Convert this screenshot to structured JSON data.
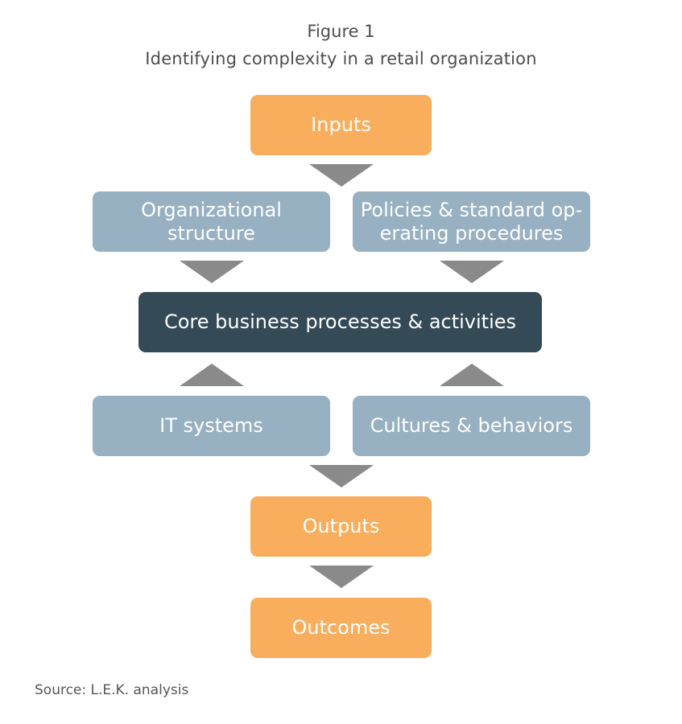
{
  "figure": {
    "number": "Figure 1",
    "title": "Identifying complexity in a retail organization"
  },
  "nodes": {
    "inputs": "Inputs",
    "org_structure_line1": "Organizational",
    "org_structure_line2": "structure",
    "policies_line1": "Policies & standard op-",
    "policies_line2": "erating procedures",
    "core": "Core business processes & activities",
    "it_systems": "IT systems",
    "cultures": "Cultures & behaviors",
    "outputs": "Outputs",
    "outcomes": "Outcomes"
  },
  "colors": {
    "orange": "#f8ae5c",
    "blue": "#97b0c2",
    "dark": "#344a57",
    "arrow": "#8a8a8a"
  },
  "source": "Source: L.E.K. analysis"
}
